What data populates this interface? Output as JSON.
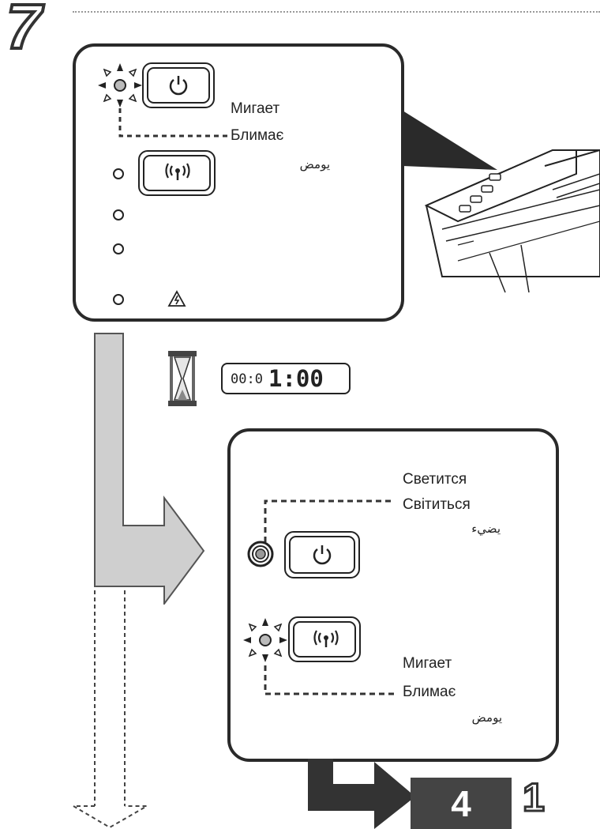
{
  "step_number": "7",
  "panel_top": {
    "power_status": [
      "Мигает",
      "Блимає",
      "يومض"
    ],
    "power_button_icon": "power-icon",
    "wifi_button_icon": "wifi-icon",
    "warning_icon": "warning-icon"
  },
  "wait": {
    "icon": "hourglass-icon",
    "timer_small": "00:0",
    "timer_large": "1:00"
  },
  "panel_bottom": {
    "power_status": [
      "Светится",
      "Світиться",
      "يضيء"
    ],
    "wifi_status": [
      "Мигает",
      "Блимає",
      "يومض"
    ]
  },
  "goto": {
    "page_badge": "4",
    "step": "1"
  }
}
